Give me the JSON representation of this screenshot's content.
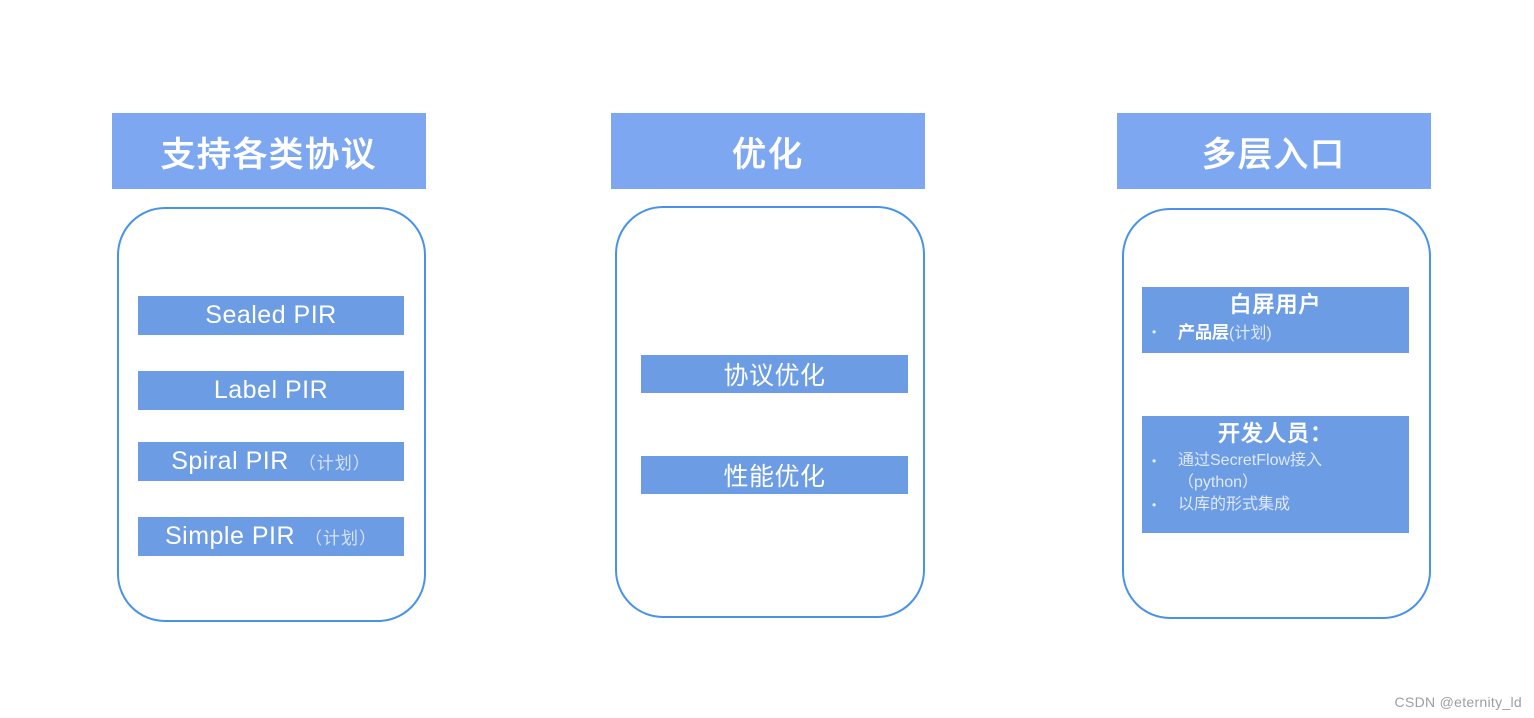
{
  "colors": {
    "header_bg": "#7da8f1",
    "item_bg": "#6c9ce4",
    "panel_border": "#4793e8",
    "text_on_blue": "#ffffff",
    "watermark": "#9e9e9e"
  },
  "glyphs": {
    "bullet": "•"
  },
  "watermark": {
    "text": "CSDN @eternity_ld"
  },
  "columns": [
    {
      "header": "支持各类协议",
      "items": [
        {
          "label": "Sealed PIR",
          "note": ""
        },
        {
          "label": "Label PIR",
          "note": ""
        },
        {
          "label": "Spiral PIR",
          "note": "（计划）"
        },
        {
          "label": "Simple PIR",
          "note": "（计划）"
        }
      ]
    },
    {
      "header": "优化",
      "items": [
        {
          "label": "协议优化"
        },
        {
          "label": "性能优化"
        }
      ]
    },
    {
      "header": "多层入口",
      "cards": [
        {
          "title": "白屏用户",
          "bullets": [
            {
              "strong": "产品层",
              "note": "(计划)"
            }
          ]
        },
        {
          "title": "开发人员：",
          "bullets": [
            {
              "lines": [
                "通过SecretFlow接入",
                "（python）"
              ]
            },
            {
              "lines": [
                "以库的形式集成"
              ]
            }
          ]
        }
      ]
    }
  ]
}
